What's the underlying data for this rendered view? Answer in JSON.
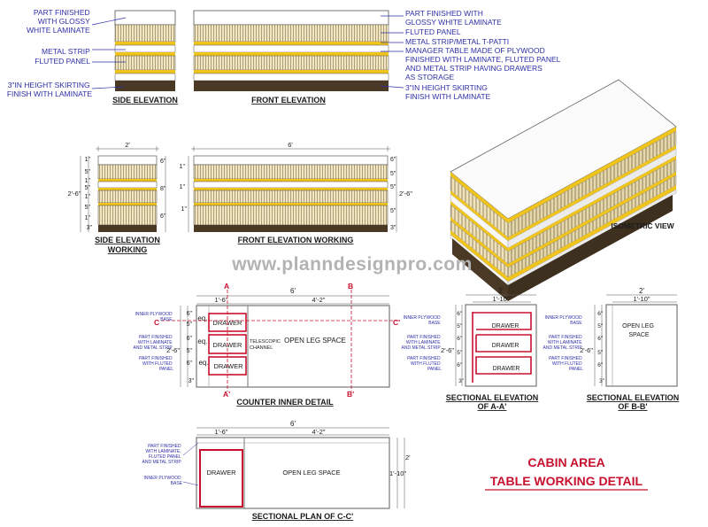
{
  "watermark": "www.planndesignpro.com",
  "title": {
    "line1": "CABIN AREA",
    "line2": "TABLE WORKING DETAIL"
  },
  "side_elevation": {
    "caption": "SIDE ELEVATION",
    "notes": [
      "PART FINISHED",
      "WITH GLOSSY",
      "WHITE LAMINATE",
      "METAL STRIP",
      "FLUTED PANEL",
      "3\"IN HEIGHT SKIRTING",
      "FINISH WITH LAMINATE"
    ]
  },
  "front_elevation": {
    "caption": "FRONT ELEVATION",
    "notes": [
      "PART FINISHED WITH",
      "GLOSSY WHITE LAMINATE",
      "FLUTED PANEL",
      "METAL STRIP/METAL T-PATTI",
      "MANAGER TABLE MADE OF PLYWOOD",
      "FINISHED WITH LAMINATE, FLUTED PANEL",
      "AND METAL STRIP HAVING DRAWERS",
      "AS STORAGE",
      "3\"IN HEIGHT SKIRTING",
      "FINISH WITH LAMINATE"
    ]
  },
  "side_working": {
    "caption1": "SIDE ELEVATION",
    "caption2": "WORKING",
    "width": "2'",
    "height": "2'-6\"",
    "left_dims": [
      "1\"",
      "5\"",
      "1\"",
      "5\"",
      "1\"",
      "5\"",
      "1\"",
      "3\""
    ],
    "right_dims": [
      "6\"",
      "8\"",
      "6\""
    ]
  },
  "front_working": {
    "caption": "FRONT ELEVATION WORKING",
    "width": "6'",
    "height": "2'-6\"",
    "left_dims": [
      "1\"",
      "1\"",
      "1\""
    ],
    "right_dims": [
      "6\"",
      "5\"",
      "5\"",
      "5\"",
      "3\""
    ]
  },
  "isometric": {
    "caption": "ISOMETRIC VIEW"
  },
  "counter_inner": {
    "caption": "COUNTER INNER DETAIL",
    "width": "6'",
    "w1": "1'-6\"",
    "w2": "4'-2\"",
    "height": "2'-6\"",
    "sec_a": "A",
    "sec_a2": "A'",
    "sec_b": "B",
    "sec_b2": "B'",
    "sec_c": "C",
    "sec_c2": "C'",
    "drawers": [
      "DRAWER",
      "DRAWER",
      "DRAWER"
    ],
    "eq": "eq.",
    "open": "OPEN LEG SPACE",
    "telescopic": [
      "TELESCOPIC",
      "CHANNEL"
    ],
    "left_notes": [
      "INNER PLYWOOD",
      "BASE",
      "PART FINISHED",
      "WITH LAMINATE",
      "AND METAL STRIP",
      "PART FINISHED",
      "WITH FLUTED",
      "PANEL"
    ],
    "vdims": [
      "6\"",
      "5\"",
      "6\"",
      "5\"",
      "6\"",
      "3\""
    ]
  },
  "sec_aa": {
    "caption1": "SECTIONAL ELEVATION",
    "caption2": "OF A-A'",
    "width": "2'",
    "inner": "1'-10\"",
    "height": "2'-6\"",
    "drawers": [
      "DRAWER",
      "DRAWER",
      "DRAWER"
    ],
    "notes": [
      "INNER PLYWOOD",
      "BASE",
      "PART FINISHED",
      "WITH LAMINATE",
      "AND METAL STRIP",
      "PART FINISHED",
      "WITH FLUTED",
      "PANEL"
    ],
    "vdims": [
      "6\"",
      "5\"",
      "6\"",
      "5\"",
      "6\"",
      "3\""
    ]
  },
  "sec_bb": {
    "caption1": "SECTIONAL ELEVATION",
    "caption2": "OF B-B'",
    "width": "2'",
    "inner": "1'-10\"",
    "height": "2'-6\"",
    "open": [
      "OPEN LEG",
      "SPACE"
    ],
    "notes": [
      "INNER PLYWOOD",
      "BASE",
      "PART FINISHED",
      "WITH LAMINATE",
      "AND METAL STRIP",
      "PART FINISHED",
      "WITH FLUTED",
      "PANEL"
    ],
    "vdims": [
      "6\"",
      "5\"",
      "6\"",
      "5\"",
      "6\"",
      "3\""
    ]
  },
  "sec_cc": {
    "caption": "SECTIONAL PLAN OF C-C'",
    "width": "6'",
    "w1": "1'-6\"",
    "w2": "4'-2\"",
    "depth": "2'",
    "inner": "1'-10\"",
    "drawer": "DRAWER",
    "open": "OPEN LEG SPACE",
    "notes": [
      "PART FINISHED",
      "WITH LAMINATE,",
      "FLUTED PANEL",
      "AND METAL STRIP",
      "INNER PLYWOOD",
      "BASE"
    ]
  }
}
